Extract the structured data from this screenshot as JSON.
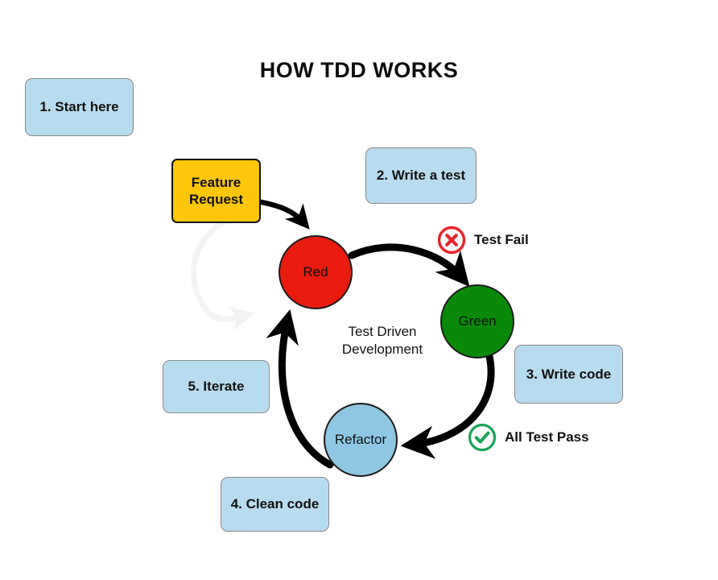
{
  "title": "HOW TDD WORKS",
  "colors": {
    "callout_fill": "#b8dcef",
    "callout_border": "#8a8a8a",
    "feature_fill": "#fdc609",
    "red_node": "#e81b0e",
    "green_node": "#088a08",
    "refactor_node": "#8fc7e3",
    "arrow": "#000000",
    "fail_icon": "#e8232a",
    "pass_icon": "#18a558",
    "text": "#111111"
  },
  "feature_box": {
    "line1": "Feature",
    "line2": "Request"
  },
  "nodes": {
    "red": "Red",
    "green": "Green",
    "refactor": "Refactor"
  },
  "center_label": {
    "line1": "Test Driven",
    "line2": "Development"
  },
  "callouts": [
    {
      "label": "1. Start here"
    },
    {
      "label": "2. Write a test"
    },
    {
      "label": "3. Write code"
    },
    {
      "label": "4. Clean code"
    },
    {
      "label": "5. Iterate"
    }
  ],
  "status_markers": [
    {
      "label": "Test Fail",
      "icon": "circle-x-icon"
    },
    {
      "label": "All Test Pass",
      "icon": "circle-check-icon"
    }
  ]
}
